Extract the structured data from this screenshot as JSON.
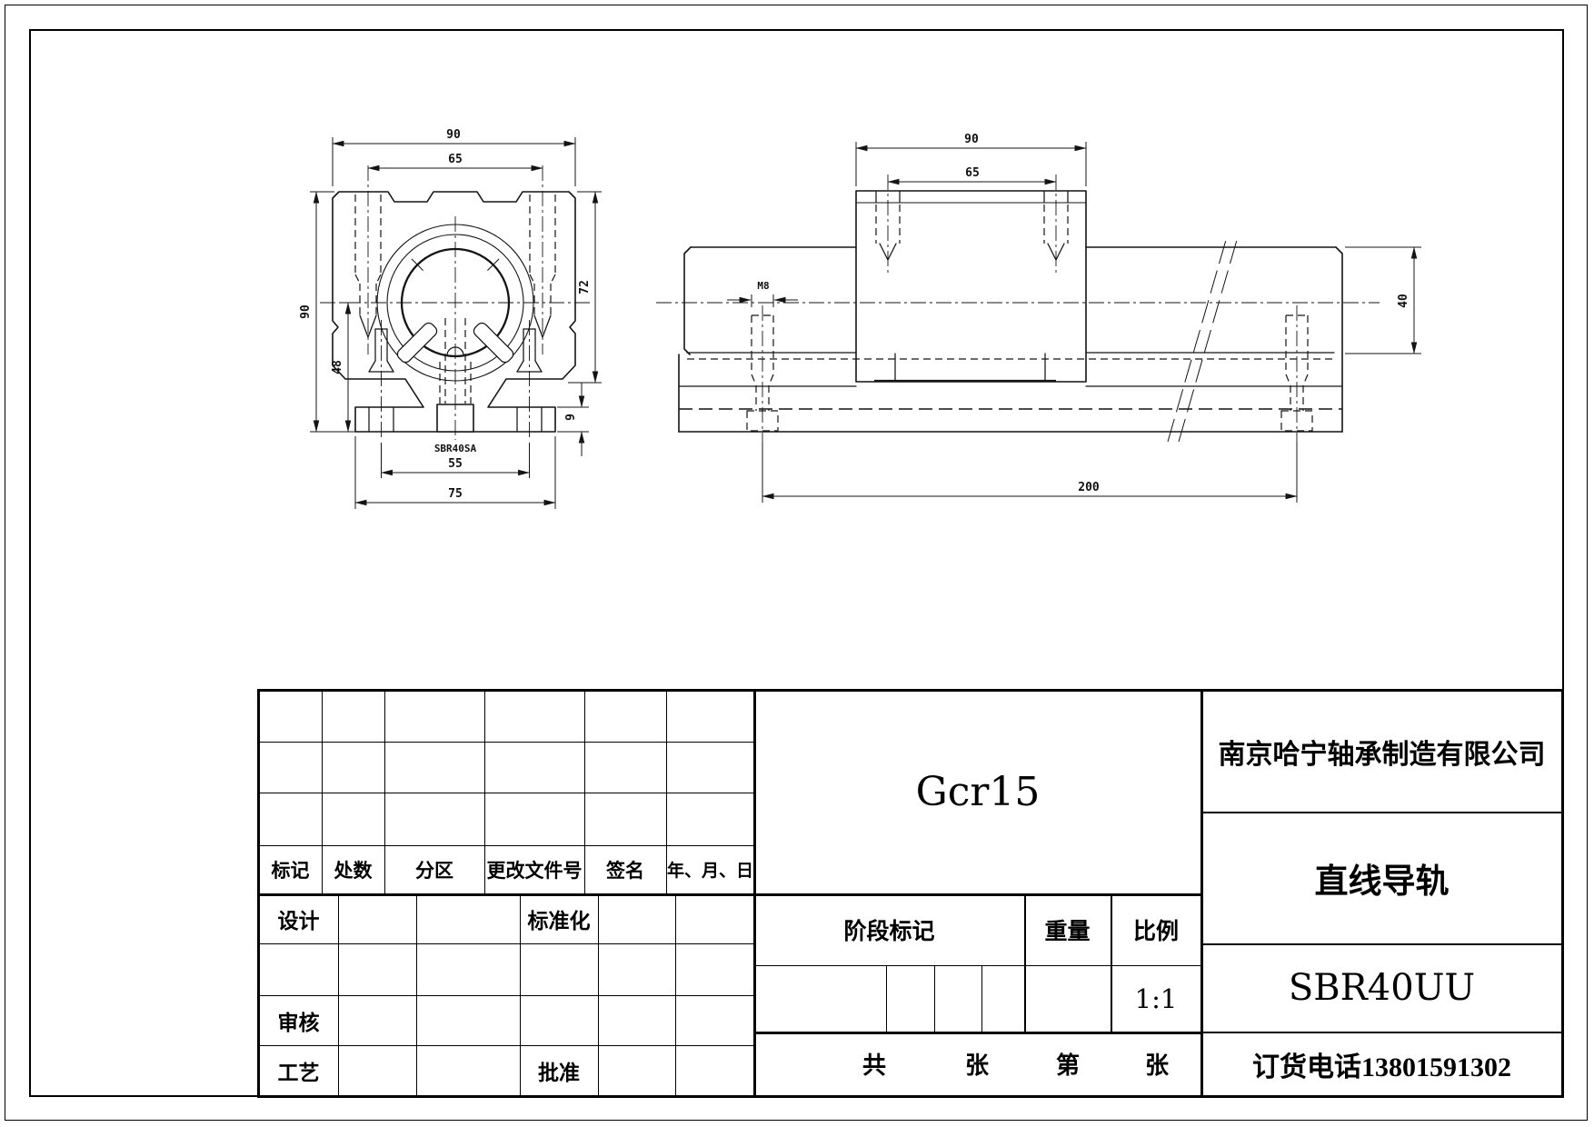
{
  "views": {
    "front": {
      "part_label": "SBR40SA",
      "dims": {
        "top_width": "90",
        "bolt_spacing": "65",
        "total_height": "90",
        "center_height": "48",
        "body_height": "72",
        "foot_thickness": "9",
        "foot_hole_spacing": "55",
        "foot_width": "75"
      }
    },
    "side": {
      "dims": {
        "block_width": "90",
        "block_bolt_spacing": "65",
        "thread": "M8",
        "rail_diameter": "40",
        "bolt_spacing": "200"
      }
    }
  },
  "title_block": {
    "material": "Gcr15",
    "company": "南京哈宁轴承制造有限公司",
    "product": "直线导轨",
    "model": "SBR40UU",
    "order_phone": "订货电话13801591302",
    "scale_value": "1:1",
    "labels": {
      "mark": "标记",
      "count": "处数",
      "zone": "分区",
      "change_file_no": "更改文件号",
      "signature": "签名",
      "date": "年、月、日",
      "design": "设计",
      "standardization": "标准化",
      "review": "审核",
      "process": "工艺",
      "approval": "批准",
      "stage_mark": "阶段标记",
      "weight": "重量",
      "scale": "比例",
      "sheets_total": "共",
      "sheets_unit": "张",
      "sheet_no": "第",
      "sheet_unit": "张"
    }
  }
}
